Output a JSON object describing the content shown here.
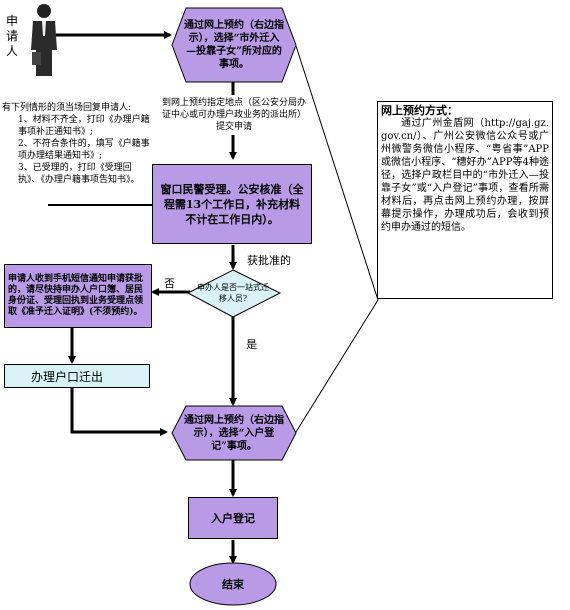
{
  "applicant": {
    "label": "申请人"
  },
  "step_online_1": {
    "text": "通过网上预约（右边指示），选择“市外迁入—投靠子女”所对应的事项。"
  },
  "note_location": {
    "text": "到网上预约指定地点（区公安分局办证中心或可办理户政业务的派出所）提交申请"
  },
  "note_left": {
    "lines": [
      "有下列情形的须当场回复申请人:",
      "1、材料不齐全，打印《办理户籍事项补正通知书》;",
      "2、不符合条件的，填写《户籍事项办理结果通知书》;",
      "3、已受理的，打印《受理回执》、《办理户籍事项告知书》。"
    ]
  },
  "step_window": {
    "text": "窗口民警受理。公安核准（全程需13个工作日，补充材料不计在工作日内）。"
  },
  "label_approved": "获批准的",
  "decision": {
    "text": "申办人是否一站式迁移人员?"
  },
  "label_no": "否",
  "label_yes": "是",
  "step_sms": {
    "text": "申请人收到手机短信通知申请获批的，请尽快持申办人户口簿、居民身份证、受理回执到业务受理点领取《准予迁入证明》(不须预约)。"
  },
  "step_hukou_out": {
    "text": "办理户口迁出"
  },
  "step_online_2": {
    "text": "通过网上预约（右边指示），选择“入户登记”事项。"
  },
  "step_register": {
    "text": "入户登记"
  },
  "end": {
    "text": "结束"
  },
  "side_box": {
    "title": "网上预约方式：",
    "body": "通过广州金盾网（http://gaj.gz.gov.cn/）、广州公安微信公众号或广州微警务微信小程序、“粤省事”APP或微信小程序、“穗好办”APP等4种途径，选择户政栏目中的“市外迁入—投靠子女”或“入户登记”事项，查看所需材料后，再点击网上预约办理，按屏幕提示操作，办理成功后，会收到预约申办通过的短信。"
  },
  "colors": {
    "node_fill": "#b99ae6",
    "hukou_out_fill": "#d8f2f7",
    "line": "#000000"
  }
}
